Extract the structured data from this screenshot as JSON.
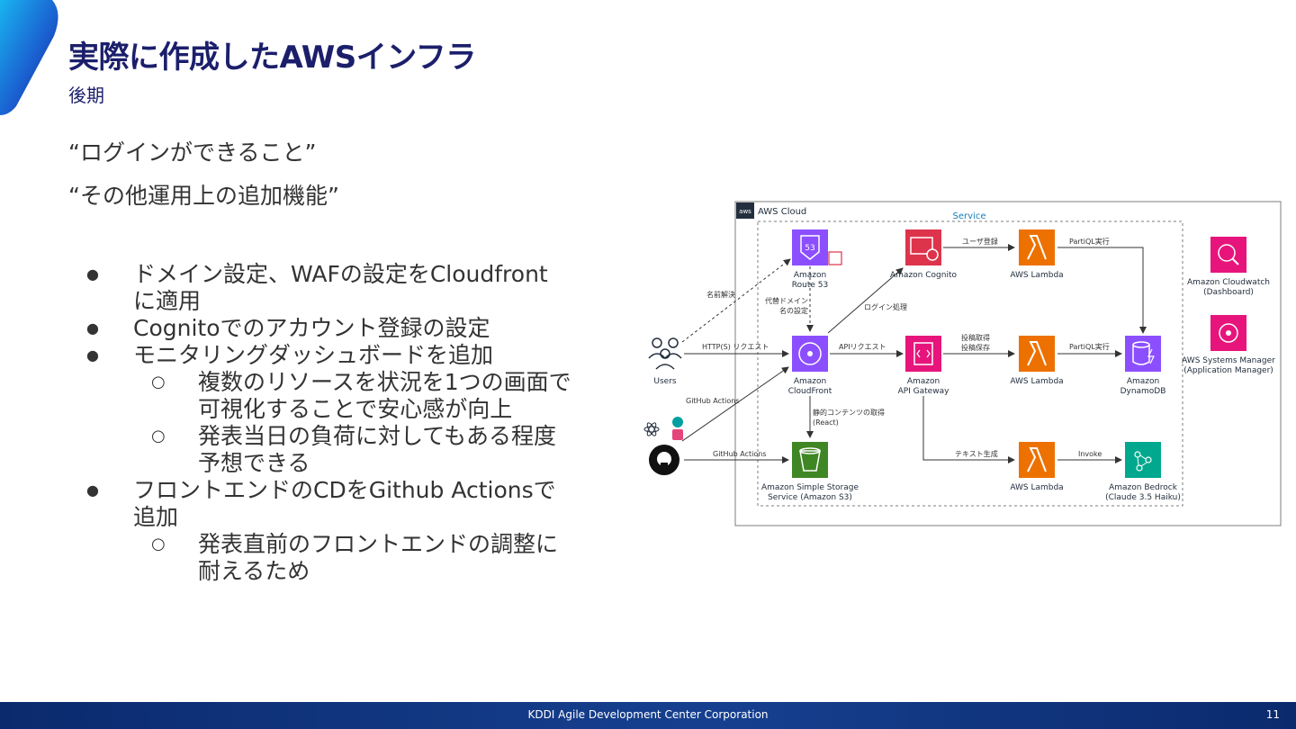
{
  "slide": {
    "title": "実際に作成したAWSインフラ",
    "subtitle": "後期",
    "quote1": "“ログインができること”",
    "quote2": "“その他運用上の追加機能”",
    "bullets": [
      {
        "text": "ドメイン設定、WAFの設定をCloudfront",
        "cont": "に適用"
      },
      {
        "text": "Cognitoでのアカウント登録の設定"
      },
      {
        "text": "モニタリングダッシュボードを追加"
      }
    ],
    "sub1": {
      "text": "複数のリソースを状況を1つの画面で",
      "cont": "可視化することで安心感が向上"
    },
    "sub2": {
      "text": "発表当日の負荷に対してもある程度",
      "cont": "予想できる"
    },
    "bullet4": {
      "text": "フロントエンドのCDをGithub Actionsで",
      "cont": "追加"
    },
    "sub3": {
      "text": "発表直前のフロントエンドの調整に",
      "cont": "耐えるため"
    },
    "bullet_marker": "●",
    "sub_marker": "○"
  },
  "diagram": {
    "aws_cloud": "AWS Cloud",
    "aws_badge": "aws",
    "service": "Service",
    "nodes": {
      "users": "Users",
      "route53": [
        "Amazon",
        "Route 53"
      ],
      "route53_badge": "53",
      "cognito": "Amazon Cognito",
      "lambda": "AWS Lambda",
      "cloudfront": [
        "Amazon",
        "CloudFront"
      ],
      "apigw": [
        "Amazon",
        "API Gateway"
      ],
      "dynamodb": [
        "Amazon",
        "DynamoDB"
      ],
      "s3": [
        "Amazon Simple Storage",
        "Service (Amazon S3)"
      ],
      "bedrock": [
        "Amazon Bedrock",
        "(Claude 3.5 Haiku)"
      ],
      "cloudwatch": [
        "Amazon Cloudwatch",
        "(Dashboard)"
      ],
      "ssm": [
        "AWS Systems Manager",
        "(Application Manager)"
      ]
    },
    "edges": {
      "name_resolution": "名前解決",
      "alt_domain": [
        "代替ドメイン",
        "名の設定"
      ],
      "login": "ログイン処理",
      "user_reg": "ユーザ登録",
      "partiql1": "PartiQL実行",
      "partiql2": "PartiQL実行",
      "https": "HTTP(S) リクエスト",
      "api_req": "APIリクエスト",
      "post": [
        "投稿取得",
        "投稿保存"
      ],
      "gha1": "GitHub Actions",
      "gha2": "GitHub Actions",
      "static": [
        "静的コンテンツの取得",
        "(React)"
      ],
      "text_gen": "テキスト生成",
      "invoke": "Invoke"
    },
    "colors": {
      "purple": "#8c4fff",
      "red": "#dd344c",
      "orange": "#ed7100",
      "pink": "#e7157b",
      "green": "#3f8624",
      "teal": "#01a88d"
    }
  },
  "footer": {
    "org": "KDDI Agile Development Center Corporation",
    "page": "11"
  }
}
